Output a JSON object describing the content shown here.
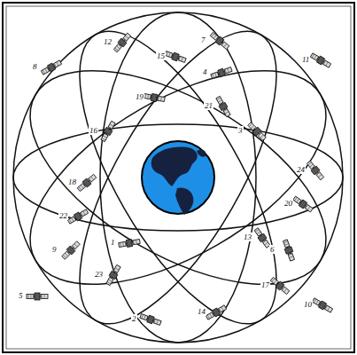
{
  "diagram": {
    "labels": [
      "12",
      "7",
      "8",
      "15",
      "11",
      "4",
      "19",
      "16",
      "21",
      "3",
      "18",
      "24",
      "22",
      "20",
      "1",
      "9",
      "13",
      "6",
      "23",
      "17",
      "5",
      "2",
      "14",
      "10"
    ]
  }
}
